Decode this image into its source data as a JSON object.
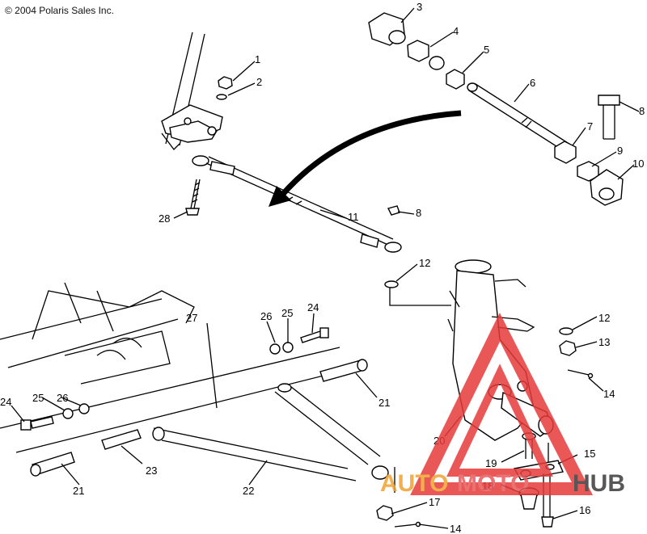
{
  "copyright": "© 2004 Polaris Sales Inc.",
  "callouts": [
    {
      "id": "c1",
      "text": "1"
    },
    {
      "id": "c2",
      "text": "2"
    },
    {
      "id": "c3",
      "text": "3"
    },
    {
      "id": "c4",
      "text": "4"
    },
    {
      "id": "c5",
      "text": "5"
    },
    {
      "id": "c6",
      "text": "6"
    },
    {
      "id": "c7",
      "text": "7"
    },
    {
      "id": "c8a",
      "text": "8"
    },
    {
      "id": "c9",
      "text": "9"
    },
    {
      "id": "c10",
      "text": "10"
    },
    {
      "id": "c11",
      "text": "11"
    },
    {
      "id": "c8b",
      "text": "8"
    },
    {
      "id": "c28",
      "text": "28"
    },
    {
      "id": "c12a",
      "text": "12"
    },
    {
      "id": "c12b",
      "text": "12"
    },
    {
      "id": "c13",
      "text": "13"
    },
    {
      "id": "c14a",
      "text": "14"
    },
    {
      "id": "c27",
      "text": "27"
    },
    {
      "id": "c26a",
      "text": "26"
    },
    {
      "id": "c25a",
      "text": "25"
    },
    {
      "id": "c24a",
      "text": "24"
    },
    {
      "id": "c21a",
      "text": "21"
    },
    {
      "id": "c24b",
      "text": "24"
    },
    {
      "id": "c25b",
      "text": "25"
    },
    {
      "id": "c26b",
      "text": "26"
    },
    {
      "id": "c20",
      "text": "20"
    },
    {
      "id": "c15",
      "text": "15"
    },
    {
      "id": "c19",
      "text": "19"
    },
    {
      "id": "c18",
      "text": "18"
    },
    {
      "id": "c23",
      "text": "23"
    },
    {
      "id": "c21b",
      "text": "21"
    },
    {
      "id": "c22",
      "text": "22"
    },
    {
      "id": "c17",
      "text": "17"
    },
    {
      "id": "c16",
      "text": "16"
    },
    {
      "id": "c14b",
      "text": "14"
    }
  ],
  "watermark": {
    "brand": [
      "AUTO",
      "MOTO",
      "HUB"
    ],
    "colors": {
      "auto": "#f2a22e",
      "moto": "#e85a5a",
      "hub": "#3a3a3a",
      "triangle": "#e63a3a"
    }
  }
}
